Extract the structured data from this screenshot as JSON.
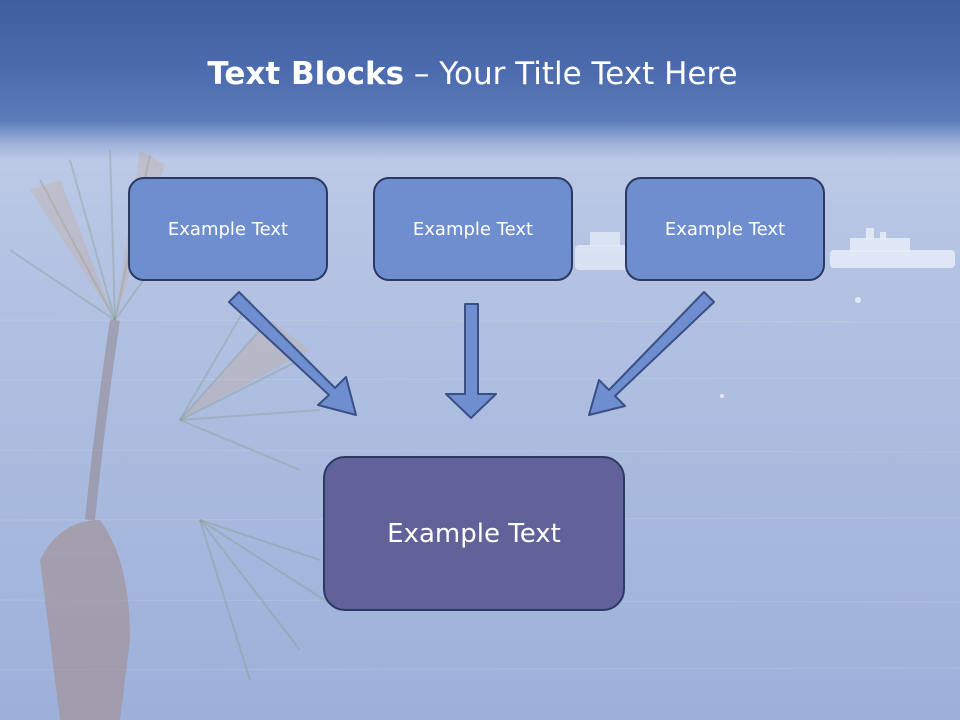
{
  "title": {
    "bold_part": "Text Blocks",
    "separator": " – ",
    "regular_part": "Your Title Text Here"
  },
  "top_boxes": [
    {
      "label": "Example Text"
    },
    {
      "label": "Example Text"
    },
    {
      "label": "Example Text"
    }
  ],
  "bottom_box": {
    "label": "Example Text"
  },
  "colors": {
    "title_band": "#4a6aad",
    "small_box_fill": "#6f8ecf",
    "big_box_fill": "#62629a",
    "box_border": "#2a3a63",
    "arrow_fill": "#6f8ecf",
    "arrow_stroke": "#3a4f86"
  }
}
